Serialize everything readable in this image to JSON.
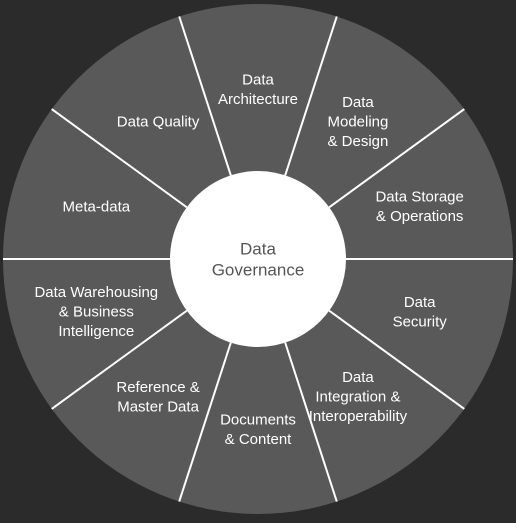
{
  "center": {
    "label_lines": [
      "Data",
      "Governance"
    ]
  },
  "segments": [
    {
      "id": "data-architecture",
      "lines": [
        "Data",
        "Architecture"
      ]
    },
    {
      "id": "data-modeling-design",
      "lines": [
        "Data",
        "Modeling",
        "& Design"
      ]
    },
    {
      "id": "data-storage-operations",
      "lines": [
        "Data Storage",
        "& Operations"
      ]
    },
    {
      "id": "data-security",
      "lines": [
        "Data",
        "Security"
      ]
    },
    {
      "id": "data-integration-interoperability",
      "lines": [
        "Data",
        "Integration &",
        "Interoperability"
      ]
    },
    {
      "id": "documents-content",
      "lines": [
        "Documents",
        "& Content"
      ]
    },
    {
      "id": "reference-master-data",
      "lines": [
        "Reference &",
        "Master Data"
      ]
    },
    {
      "id": "data-warehousing-bi",
      "lines": [
        "Data Warehousing",
        "& Business",
        "Intelligence"
      ]
    },
    {
      "id": "meta-data",
      "lines": [
        "Meta-data"
      ]
    },
    {
      "id": "data-quality",
      "lines": [
        "Data Quality"
      ]
    }
  ],
  "colors": {
    "background": "#2b2b2b",
    "segment_fill": "#595959",
    "divider": "#ffffff",
    "center_fill": "#ffffff",
    "center_text": "#555555",
    "segment_text": "#ffffff"
  }
}
